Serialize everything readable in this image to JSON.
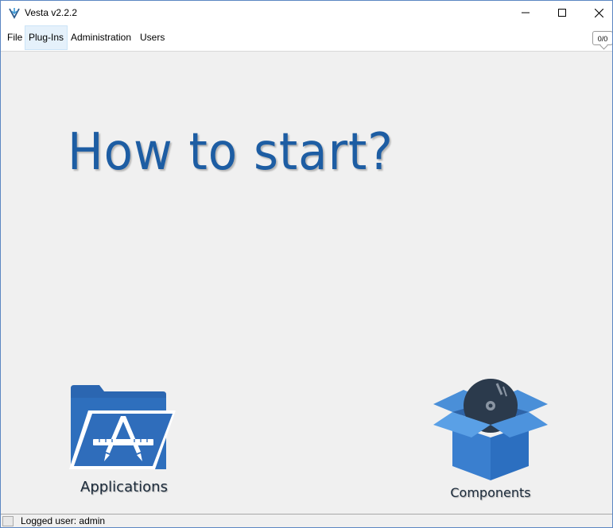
{
  "window": {
    "title": "Vesta v2.2.2"
  },
  "menu": {
    "items": [
      {
        "label": "File"
      },
      {
        "label": "Plug-Ins"
      },
      {
        "label": "Administration"
      },
      {
        "label": "Users"
      }
    ],
    "active_item": "Plug-Ins"
  },
  "notifications": {
    "count": "0/0"
  },
  "main": {
    "headline": "How to start?",
    "tiles": [
      {
        "label": "Applications",
        "icon": "applications-folder-icon"
      },
      {
        "label": "Components",
        "icon": "components-box-icon"
      }
    ]
  },
  "status": {
    "text": "Logged user: admin"
  },
  "colors": {
    "accent": "#1d5da3",
    "folder": "#2e6fbd",
    "box": "#3a7fcf",
    "disc": "#2b3a4c"
  }
}
